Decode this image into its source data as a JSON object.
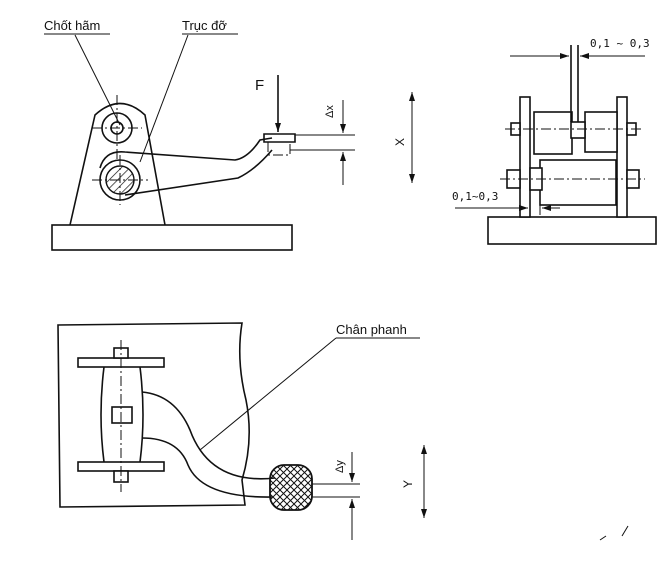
{
  "labels": {
    "chot_ham": "Chốt hãm",
    "truc_do": "Trục đỡ",
    "force": "F",
    "delta_x": "Δx",
    "x": "X",
    "gap_top": "0,1 ~ 0,3",
    "gap_side": "0,1~0,3",
    "chan_phanh": "Chân phanh",
    "delta_y": "Δy",
    "y": "Y"
  }
}
